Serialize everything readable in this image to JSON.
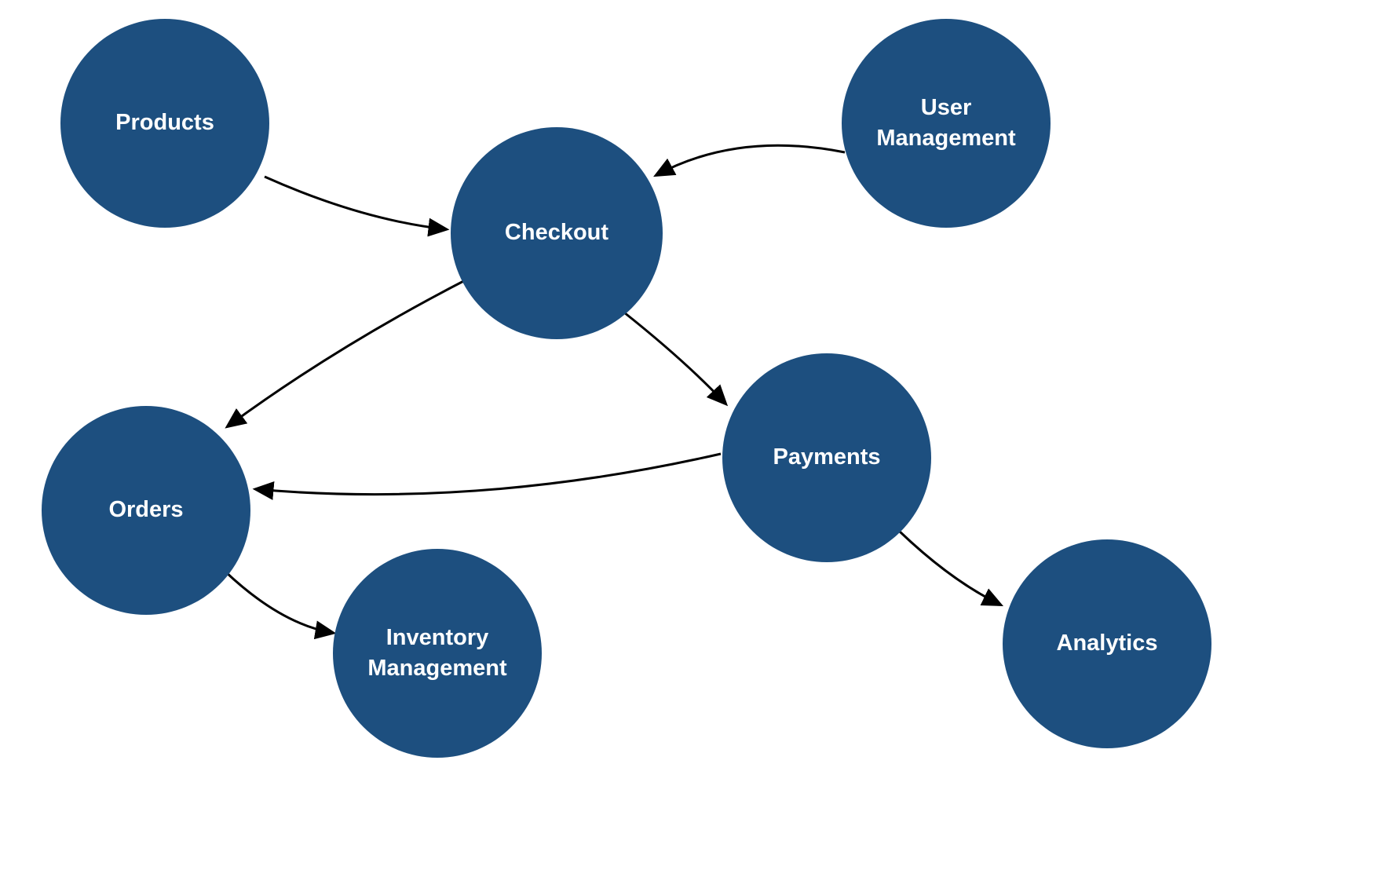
{
  "diagram": {
    "type": "flowchart",
    "background": "#ffffff",
    "colors": {
      "node_fill": "#1d4f7f",
      "node_text": "#ffffff",
      "edge": "#000000"
    },
    "nodes": [
      {
        "id": "products",
        "label": "Products"
      },
      {
        "id": "user-management",
        "label": "User Management"
      },
      {
        "id": "checkout",
        "label": "Checkout"
      },
      {
        "id": "orders",
        "label": "Orders"
      },
      {
        "id": "payments",
        "label": "Payments"
      },
      {
        "id": "inventory-management",
        "label": "Inventory Management"
      },
      {
        "id": "analytics",
        "label": "Analytics"
      }
    ],
    "edges": [
      {
        "from": "products",
        "to": "checkout"
      },
      {
        "from": "user-management",
        "to": "checkout"
      },
      {
        "from": "checkout",
        "to": "orders"
      },
      {
        "from": "checkout",
        "to": "payments"
      },
      {
        "from": "payments",
        "to": "orders"
      },
      {
        "from": "orders",
        "to": "inventory-management"
      },
      {
        "from": "payments",
        "to": "analytics"
      }
    ]
  }
}
